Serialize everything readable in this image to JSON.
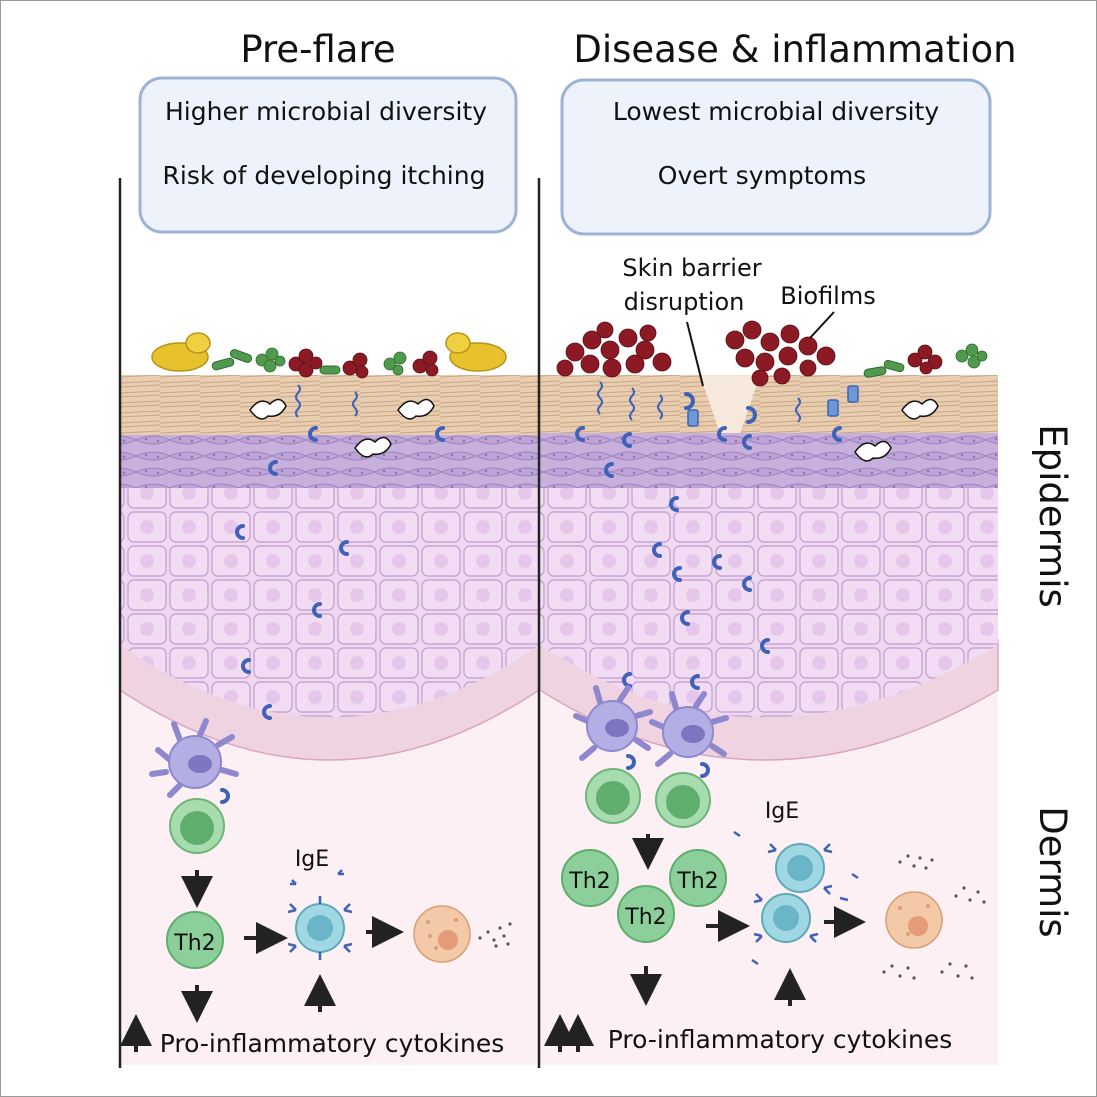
{
  "panels": {
    "left": {
      "title": "Pre-flare",
      "box_line1": "Higher microbial diversity",
      "box_line2": "Risk of developing itching",
      "bottom_label": "Pro-inflammatory cytokines",
      "th2_label": "Th2",
      "ige_label": "IgE"
    },
    "right": {
      "title": "Disease & inflammation",
      "box_line1": "Lowest microbial diversity",
      "box_line2": "Overt symptoms",
      "bottom_label": "Pro-inflammatory cytokines",
      "th2_label": "Th2",
      "ige_label": "IgE",
      "barrier_line1": "Skin barrier",
      "barrier_line2": "disruption",
      "biofilm_label": "Biofilms"
    }
  },
  "layers": {
    "epidermis": "Epidermis",
    "dermis": "Dermis"
  },
  "colors": {
    "box_border": "#9db3d6",
    "box_fill": "#eef3fb",
    "stratum_corneum": "#e8cdb0",
    "granular_layer": "#c9b3dc",
    "spinous_layer": "#eed8f0",
    "basal_layer": "#f0d3e0",
    "dermis": "#fcf0f5",
    "th2_cell": "#8ccf9a",
    "mast_cell": "#9fd8e2",
    "dendritic_cell": "#b3aee3",
    "microbe_red": "#8b1a24",
    "microbe_yellow": "#e8c22c",
    "microbe_green": "#4f9a4c",
    "antigen_blue": "#3f62b8"
  }
}
